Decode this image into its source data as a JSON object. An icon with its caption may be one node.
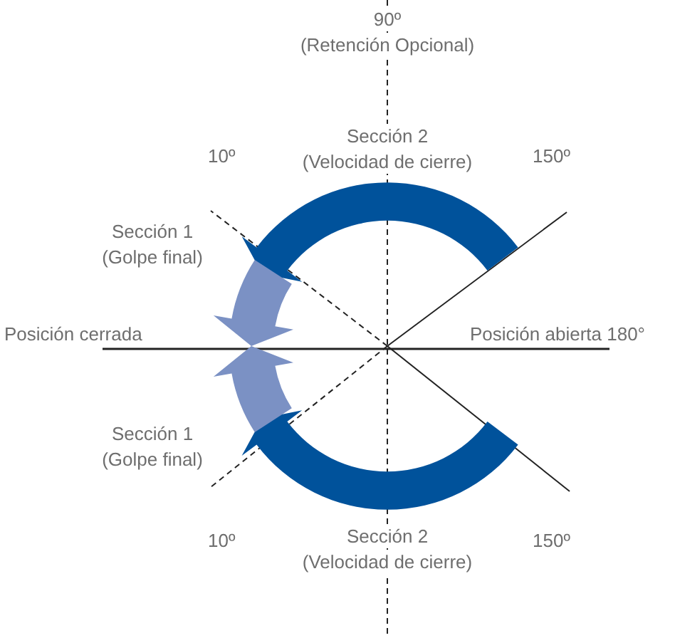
{
  "diagram": {
    "labels": [
      "90º",
      "(Retención Opcional)",
      "Sección 2",
      "(Velocidad de cierre)",
      "10º",
      "150º",
      "Sección 1",
      "(Golpe final)",
      "Posición cerrada",
      "Posición abierta 180°",
      "Sección 1",
      "(Golpe final)",
      "Sección 2",
      "(Velocidad de cierre)",
      "10º",
      "150º"
    ]
  }
}
